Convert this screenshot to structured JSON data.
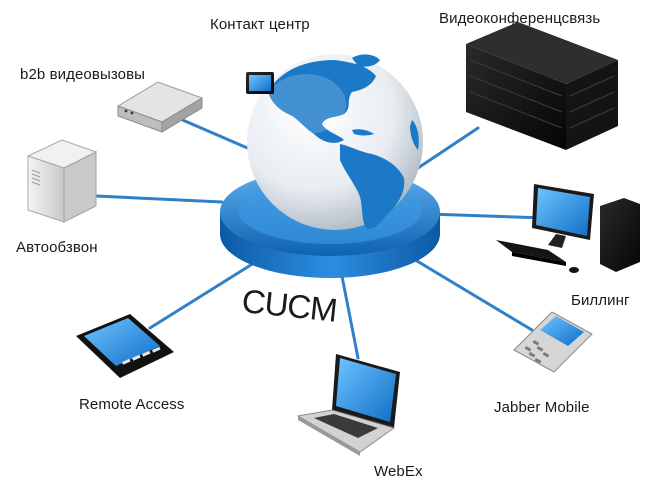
{
  "hub": {
    "label": "CUCM"
  },
  "nodes": [
    {
      "id": "contact-center",
      "label": "Контакт центр"
    },
    {
      "id": "videoconf",
      "label": "Видеоконференцсвязь"
    },
    {
      "id": "b2b",
      "label": "b2b видеовызовы"
    },
    {
      "id": "autodial",
      "label": "Автообзвон"
    },
    {
      "id": "billing",
      "label": "Биллинг"
    },
    {
      "id": "remote",
      "label": "Remote Access"
    },
    {
      "id": "jabber",
      "label": "Jabber Mobile"
    },
    {
      "id": "webex",
      "label": "WebEx"
    }
  ],
  "colors": {
    "link": "#2f80c8",
    "ring": "#1f7fd0",
    "ocean": "#f2f5f8",
    "land": "#1b79c7"
  },
  "icons": [
    "globe-icon",
    "router-icon",
    "server-icon",
    "server-rack-icon",
    "desktop-pc-icon",
    "tablet-icon",
    "smartphone-icon",
    "laptop-icon"
  ]
}
